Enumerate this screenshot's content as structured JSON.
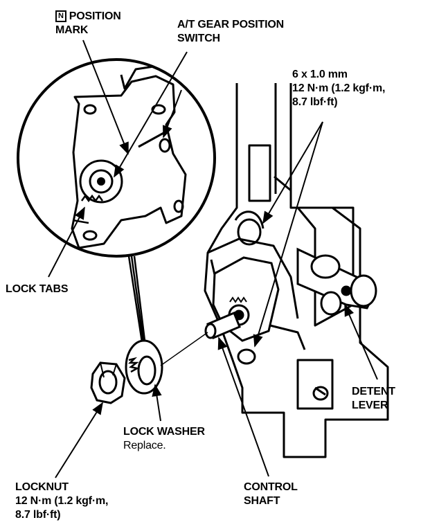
{
  "labels": {
    "position_mark_symbol": "N",
    "position_mark_line1": "POSITION",
    "position_mark_line2": "MARK",
    "gear_switch_line1": "A/T GEAR POSITION",
    "gear_switch_line2": "SWITCH",
    "bolt_line1": "6 x 1.0 mm",
    "bolt_line2": "12 N·m (1.2 kgf·m,",
    "bolt_line3": "8.7 lbf·ft)",
    "lock_tabs": "LOCK TABS",
    "detent_line1": "DETENT",
    "detent_line2": "LEVER",
    "lock_washer": "LOCK WASHER",
    "lock_washer_note": "Replace.",
    "locknut_line1": "LOCKNUT",
    "locknut_line2": "12 N·m (1.2 kgf·m,",
    "locknut_line3": "8.7 lbf·ft)",
    "control_line1": "CONTROL",
    "control_line2": "SHAFT"
  }
}
